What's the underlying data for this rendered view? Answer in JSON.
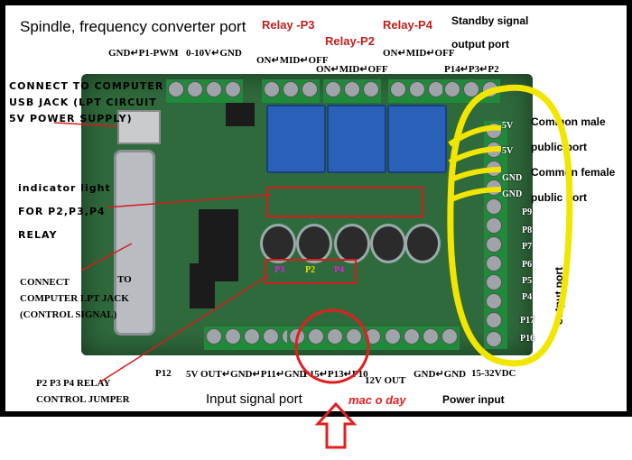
{
  "titles": {
    "spindle": "Spindle, frequency converter port",
    "relay_p3": "Relay -P3",
    "relay_p2": "Relay-P2",
    "relay_p4": "Relay-P4",
    "standby": "Standby signal",
    "standby_port": "output port",
    "input_port": "Input signal port",
    "power_input": "Power input"
  },
  "top_labels": {
    "gnd_pwm": "GND↵P1-PWM",
    "v0_10": "0-10V↵GND",
    "p3_on": "ON↵MID↵OFF",
    "p2_on": "ON↵MID↵OFF",
    "p4_on": "ON↵MID↵OFF",
    "p14": "P14↵P3↵P2"
  },
  "left_notes": {
    "usb": [
      "CONNECT TO COMPUTER",
      "USB JACK (LPT CIRCUIT",
      "5V POWER SUPPLY)"
    ],
    "indicator": [
      "indicator light",
      "FOR P2,P3,P4",
      "RELAY"
    ],
    "lpt": [
      "CONNECT",
      "TO",
      "COMPUTER LPT JACK",
      "(CONTROL SIGNAL)"
    ],
    "jumper": [
      "P2 P3 P4 RELAY",
      "CONTROL  JUMPER"
    ]
  },
  "right_notes": {
    "common_male": "Common male",
    "public_port_1": "public port",
    "common_female": "Common female",
    "public_port_2": "public port",
    "output_port": "output port"
  },
  "right_pins": [
    "5V",
    "5V",
    "GND",
    "GND",
    "P9",
    "P8",
    "P7",
    "P6",
    "P5",
    "P4",
    "P17",
    "P16"
  ],
  "bottom_labels": {
    "p12": "P12",
    "out5v": "5V OUT↵GND↵P11↵GND",
    "p15": "P15↵P13↵P10",
    "out12v": "12V OUT",
    "gnd_gnd": "GND↵GND",
    "vdc": "15-32VDC"
  },
  "leds": [
    "P3",
    "P2",
    "P4"
  ],
  "annotation": {
    "text": "mac o day",
    "color": "#e02020"
  },
  "colors": {
    "highlight": "#f2e600",
    "arrow": "#d61c1c",
    "pcb": "#2f6a3c"
  }
}
